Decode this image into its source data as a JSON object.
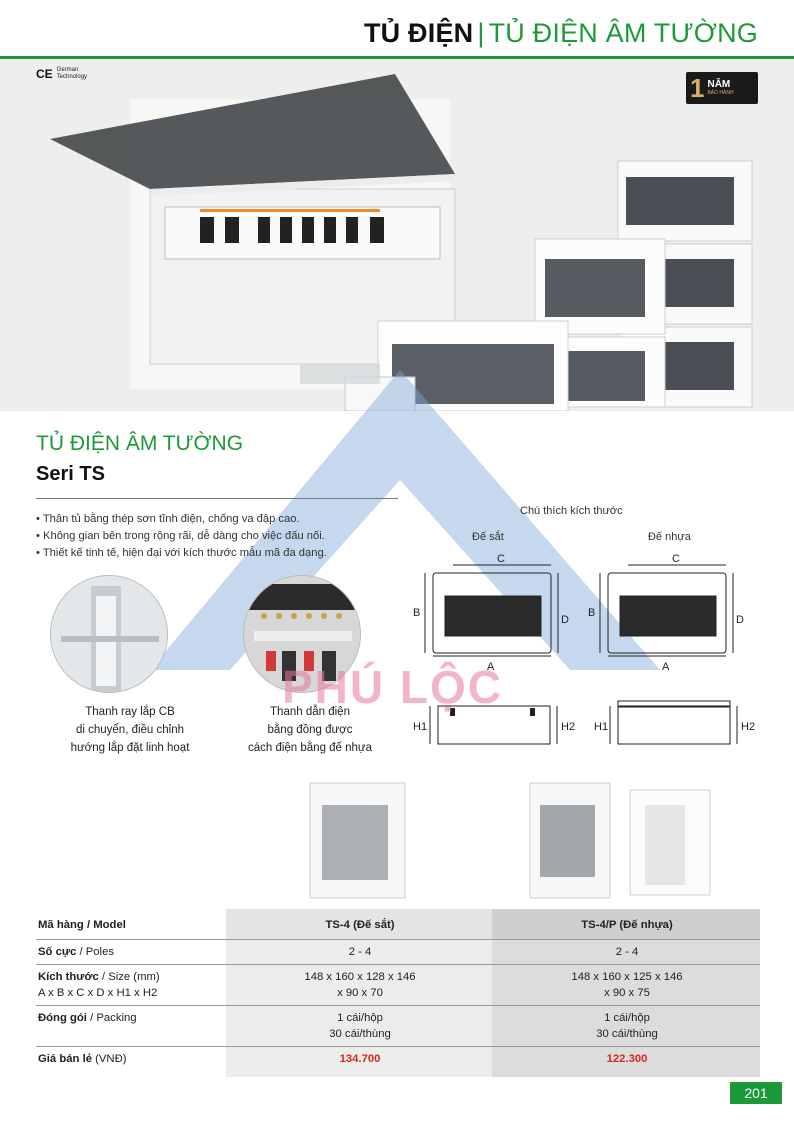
{
  "header": {
    "title_main": "TỦ ĐIỆN",
    "separator": "|",
    "title_sub": "TỦ ĐIỆN ÂM TƯỜNG"
  },
  "hero": {
    "ce_mark": "CE",
    "ce_text_line1": "German",
    "ce_text_line2": "Technology",
    "badge_number": "1",
    "badge_text": "NĂM",
    "badge_subtext": "BẢO HÀNH"
  },
  "section": {
    "title": "TỦ ĐIỆN ÂM TƯỜNG",
    "subtitle": "Seri TS",
    "bullets": [
      "• Thân tủ bằng thép sơn tĩnh điện, chống va đập cao.",
      "• Không gian bên trong rộng rãi, dễ dàng cho việc đấu nối.",
      "• Thiết kế tinh tế, hiện đại với kích thước mẫu mã đa dạng."
    ]
  },
  "details": {
    "caption1": [
      "Thanh ray lắp CB",
      "di chuyển, điều chỉnh",
      "hướng lắp đặt linh hoạt"
    ],
    "caption2": [
      "Thanh dẫn điện",
      "bằng đồng được",
      "cách điện bằng đế nhựa"
    ]
  },
  "diagram": {
    "title": "Chú thích kích thước",
    "label_metal": "Đế sắt",
    "label_plastic": "Đế nhựa",
    "dim_a": "A",
    "dim_b": "B",
    "dim_c": "C",
    "dim_d": "D",
    "dim_h1": "H1",
    "dim_h2": "H2"
  },
  "watermark": "PHÚ LỘC",
  "table": {
    "rows": [
      {
        "label_bold": "Mã hàng",
        "label_rest": " / Model",
        "a": "TS-4 (Đế sắt)",
        "b": "TS-4/P (Đế nhựa)"
      },
      {
        "label_bold": "Số cực",
        "label_rest": " / Poles",
        "a": "2 - 4",
        "b": "2 - 4"
      },
      {
        "label_bold": "Kích thước",
        "label_rest": " / Size (mm)",
        "label_line2": "A x B x C x D x H1 x H2",
        "a": "148 x 160 x 128 x 146",
        "a2": "x 90 x 70",
        "b": "148 x 160 x 125 x 146",
        "b2": "x 90 x 75"
      },
      {
        "label_bold": "Đóng gói",
        "label_rest": " / Packing",
        "a": "1 cái/hộp",
        "a2": "30 cái/thùng",
        "b": "1 cái/hộp",
        "b2": "30 cái/thùng"
      },
      {
        "label_bold": "Giá bán lẻ",
        "label_rest": " (VNĐ)",
        "a": "134.700",
        "b": "122.300"
      }
    ]
  },
  "page_number": "201",
  "colors": {
    "brand_green": "#1c9a3a",
    "price_red": "#d32a1f",
    "badge_gold": "#d7b062"
  }
}
